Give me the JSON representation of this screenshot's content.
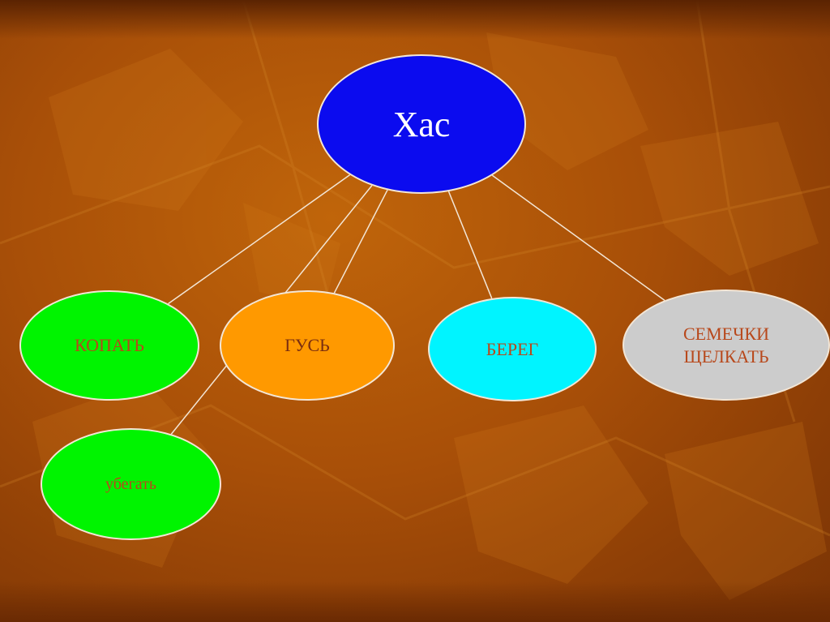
{
  "diagram": {
    "root": {
      "label": "Хас",
      "color": "#0b0bef"
    },
    "children": [
      {
        "id": "kopat",
        "label": "КОПАТЬ",
        "color": "#00f400"
      },
      {
        "id": "gus",
        "label": "ГУСЬ",
        "color": "#ff9900"
      },
      {
        "id": "bereg",
        "label": "БЕРЕГ",
        "color": "#00f4ff"
      },
      {
        "id": "semechki",
        "label_line1": "СЕМЕЧКИ",
        "label_line2": "ЩЕЛКАТЬ",
        "color": "#cccccc"
      },
      {
        "id": "ubegat",
        "label": "убегать",
        "color": "#00f400"
      }
    ],
    "edges": [
      [
        "root",
        "kopat"
      ],
      [
        "root",
        "gus"
      ],
      [
        "root",
        "bereg"
      ],
      [
        "root",
        "semechki"
      ],
      [
        "root",
        "ubegat"
      ]
    ]
  },
  "theme": {
    "background": "#a84f08",
    "connector_color": "#f3e6d6"
  }
}
